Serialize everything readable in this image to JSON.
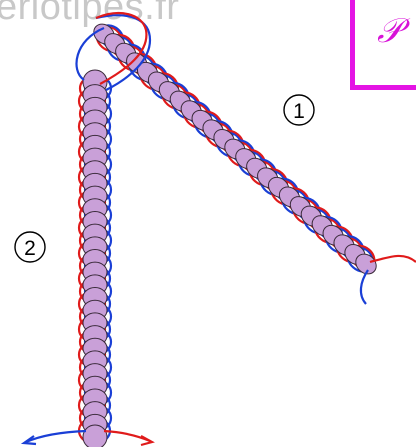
{
  "watermark_text": "eriotipes.fr",
  "corner_letter": "𝒫",
  "labels": {
    "strand_1": "1",
    "strand_2": "2"
  },
  "colors": {
    "bead_fill": "#c9a0d8",
    "bead_stroke": "#3a2a3a",
    "thread_red": "#e01b1b",
    "thread_blue": "#1a3fd6",
    "accent_magenta": "#e414e4",
    "watermark": "#c8c8c8"
  }
}
